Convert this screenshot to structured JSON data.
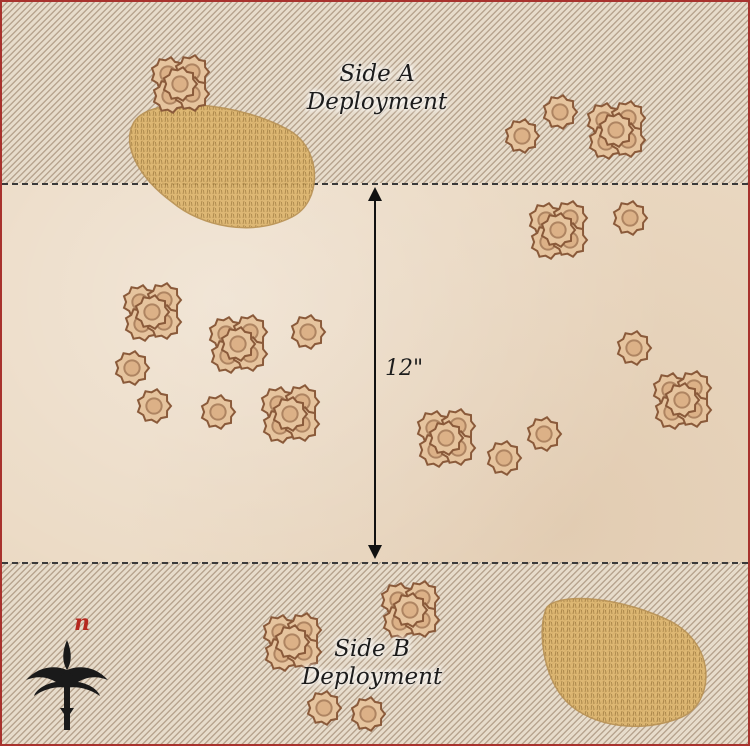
{
  "map": {
    "side_a_line1": "Side A",
    "side_a_line2": "Deployment",
    "side_b_line1": "Side B",
    "side_b_line2": "Deployment",
    "measurement": "12\"",
    "compass_letter": "n"
  },
  "colors": {
    "border": "#a8322d",
    "forest_fill": "#e6c49e",
    "forest_stroke": "#8a5a3a",
    "field_fill": "#d8ac5c",
    "compass": "#b5281f"
  }
}
